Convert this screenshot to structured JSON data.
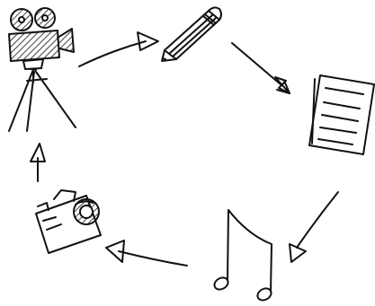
{
  "diagram": {
    "type": "cycle",
    "style": "hand-drawn sketch",
    "ink_color": "#111111",
    "background_color": "#ffffff",
    "nodes": [
      {
        "id": "movie-camera",
        "icon": "movie-camera-on-tripod-icon"
      },
      {
        "id": "pencil",
        "icon": "pencil-icon"
      },
      {
        "id": "paper",
        "icon": "lined-paper-icon"
      },
      {
        "id": "music",
        "icon": "music-note-icon"
      },
      {
        "id": "camera",
        "icon": "photo-camera-icon"
      }
    ],
    "arrows": [
      {
        "from": "movie-camera",
        "to": "pencil"
      },
      {
        "from": "pencil",
        "to": "paper"
      },
      {
        "from": "paper",
        "to": "music"
      },
      {
        "from": "music",
        "to": "camera"
      },
      {
        "from": "camera",
        "to": "movie-camera"
      }
    ]
  }
}
